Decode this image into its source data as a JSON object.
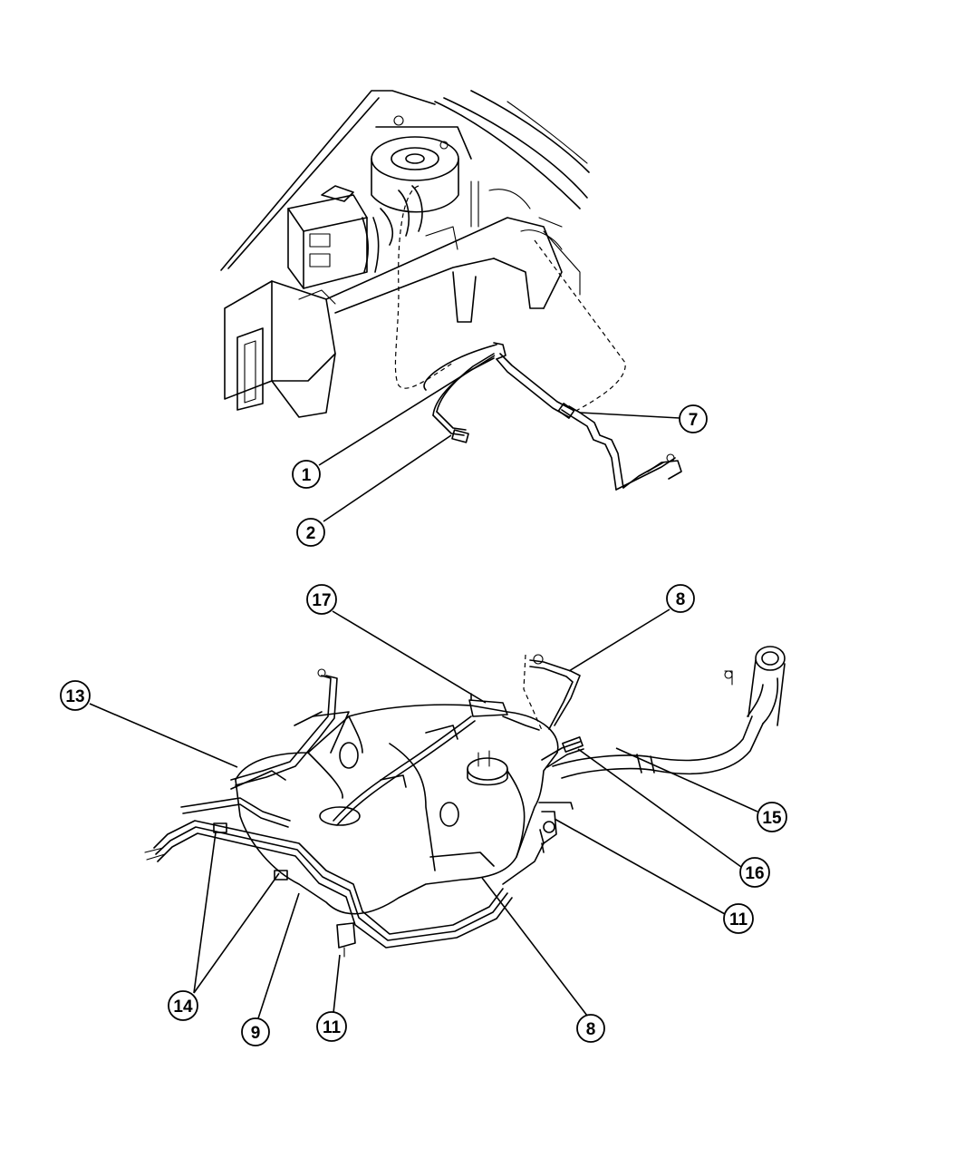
{
  "callouts": [
    {
      "label": "1"
    },
    {
      "label": "2"
    },
    {
      "label": "7"
    },
    {
      "label": "17"
    },
    {
      "label": "8"
    },
    {
      "label": "13"
    },
    {
      "label": "15"
    },
    {
      "label": "16"
    },
    {
      "label": "11"
    },
    {
      "label": "14"
    },
    {
      "label": "9"
    },
    {
      "label": "11"
    },
    {
      "label": "8"
    }
  ]
}
